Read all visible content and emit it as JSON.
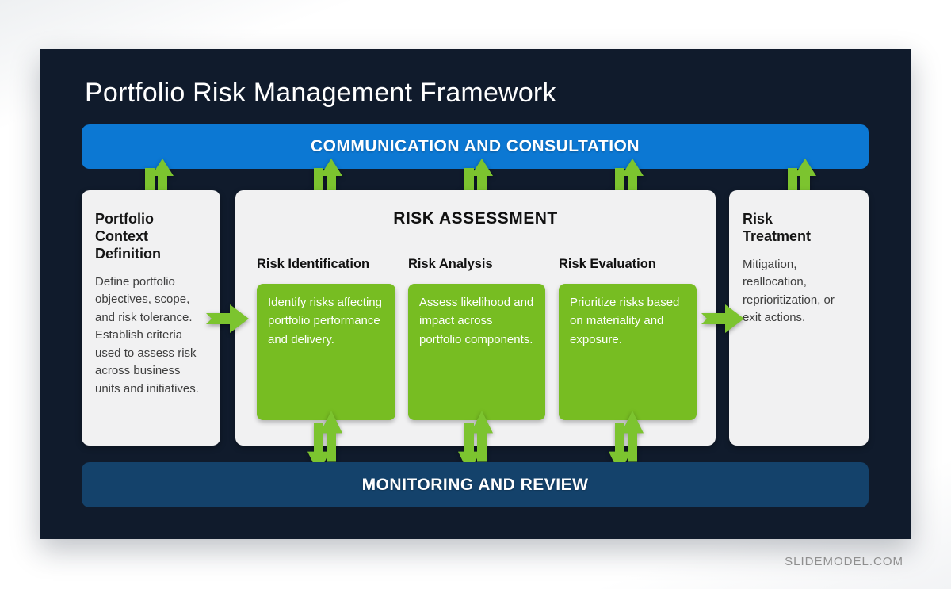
{
  "slide": {
    "title": "Portfolio Risk Management Framework",
    "top_banner": "COMMUNICATION AND CONSULTATION",
    "bottom_banner": "MONITORING AND REVIEW",
    "left_box": {
      "title": "Portfolio\nContext\nDefinition",
      "body": "Define portfolio objectives, scope, and risk tolerance. Establish criteria used to assess risk across business units and initiatives."
    },
    "center_box": {
      "title": "RISK ASSESSMENT",
      "columns": [
        {
          "header": "Risk Identification",
          "body": "Identify risks affecting portfolio performance and delivery."
        },
        {
          "header": "Risk Analysis",
          "body": "Assess likelihood and impact across portfolio components."
        },
        {
          "header": "Risk Evaluation",
          "body": "Prioritize risks based on materiality and exposure."
        }
      ]
    },
    "right_box": {
      "title": "Risk\nTreatment",
      "body": "Mitigation, reallocation, reprioritization, or exit actions."
    }
  },
  "footer": {
    "brand": "SLIDEMODEL.COM"
  },
  "colors": {
    "slide_bg": "#101b2c",
    "accent_blue": "#0c78d3",
    "dark_blue": "#14426b",
    "green": "#77bd22",
    "green_arrow": "#7cc42f"
  }
}
